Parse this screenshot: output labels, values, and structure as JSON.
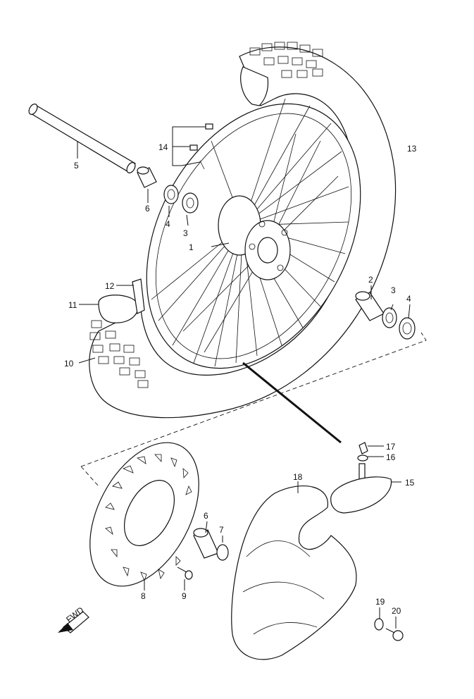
{
  "parts": [
    {
      "id": "1",
      "label": "1"
    },
    {
      "id": "2",
      "label": "2"
    },
    {
      "id": "3a",
      "label": "3"
    },
    {
      "id": "3b",
      "label": "3"
    },
    {
      "id": "4a",
      "label": "4"
    },
    {
      "id": "4b",
      "label": "4"
    },
    {
      "id": "5",
      "label": "5"
    },
    {
      "id": "6a",
      "label": "6"
    },
    {
      "id": "6b",
      "label": "6"
    },
    {
      "id": "7",
      "label": "7"
    },
    {
      "id": "8",
      "label": "8"
    },
    {
      "id": "9",
      "label": "9"
    },
    {
      "id": "10",
      "label": "10"
    },
    {
      "id": "11",
      "label": "11"
    },
    {
      "id": "12",
      "label": "12"
    },
    {
      "id": "13",
      "label": "13"
    },
    {
      "id": "14",
      "label": "14"
    },
    {
      "id": "15",
      "label": "15"
    },
    {
      "id": "16",
      "label": "16"
    },
    {
      "id": "17",
      "label": "17"
    },
    {
      "id": "18",
      "label": "18"
    },
    {
      "id": "19",
      "label": "19"
    },
    {
      "id": "20",
      "label": "20"
    }
  ],
  "fwd_arrow": {
    "label": "FWD"
  }
}
